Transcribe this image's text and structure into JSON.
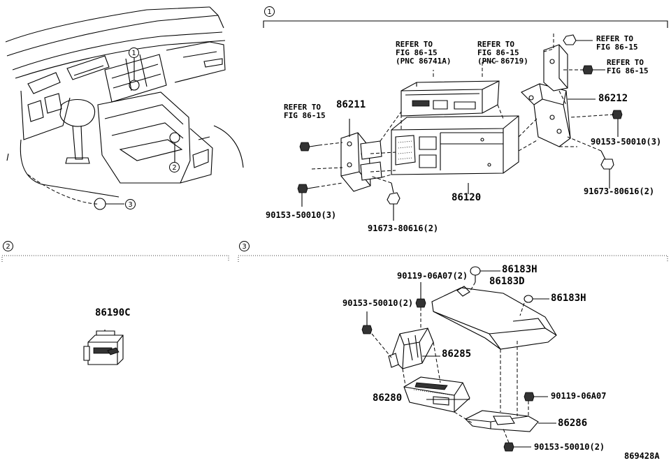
{
  "diagram_code": "869428A",
  "sections": {
    "s1": {
      "marker": "1"
    },
    "s2": {
      "marker": "2"
    },
    "s3": {
      "marker": "3"
    }
  },
  "overview": {
    "callout_1": "1",
    "callout_2": "2",
    "callout_3": "3"
  },
  "section1": {
    "ref_a": "REFER TO\nFIG 86-15\n(PNC 86741A)",
    "ref_b": "REFER TO\nFIG 86-15\n(PNC 86719)",
    "ref_c": "REFER TO\nFIG 86-15",
    "ref_d": "REFER TO\nFIG 86-15",
    "ref_e": "REFER TO\nFIG 86-15",
    "part_86211": "86211",
    "part_86212": "86212",
    "part_86120": "86120",
    "part_90153_left": "90153-50010(3)",
    "part_90153_right": "90153-50010(3)",
    "part_91673_left": "91673-80616(2)",
    "part_91673_right": "91673-80616(2)"
  },
  "section2": {
    "part_86190C": "86190C"
  },
  "section3": {
    "part_90119_06A07_2": "90119-06A07(2)",
    "part_86183H_top": "86183H",
    "part_86183D": "86183D",
    "part_86183H_right": "86183H",
    "part_90153_2_top": "90153-50010(2)",
    "part_86285": "86285",
    "part_86280": "86280",
    "part_90119_06A07": "90119-06A07",
    "part_86286": "86286",
    "part_90153_2_bottom": "90153-50010(2)"
  }
}
